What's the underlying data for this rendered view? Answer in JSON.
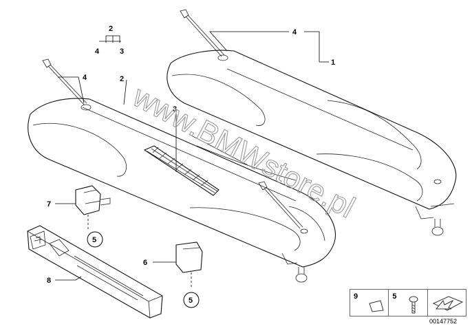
{
  "watermark": "www.BMWstore.pl",
  "callouts": {
    "top_parent": "2",
    "top_child_left": "4",
    "top_child_right": "3",
    "upper_shelf_net": "4",
    "upper_shelf_main": "1",
    "lower_shelf_net": "4",
    "lower_shelf_main": "2",
    "grille": "3",
    "bracket_left": "7",
    "bracket_left_screw": "5",
    "bracket_right": "6",
    "bracket_right_screw": "5",
    "first_aid": "8"
  },
  "legend": {
    "cell_1": "9",
    "cell_2": "5"
  },
  "diagram_id": "00147752"
}
